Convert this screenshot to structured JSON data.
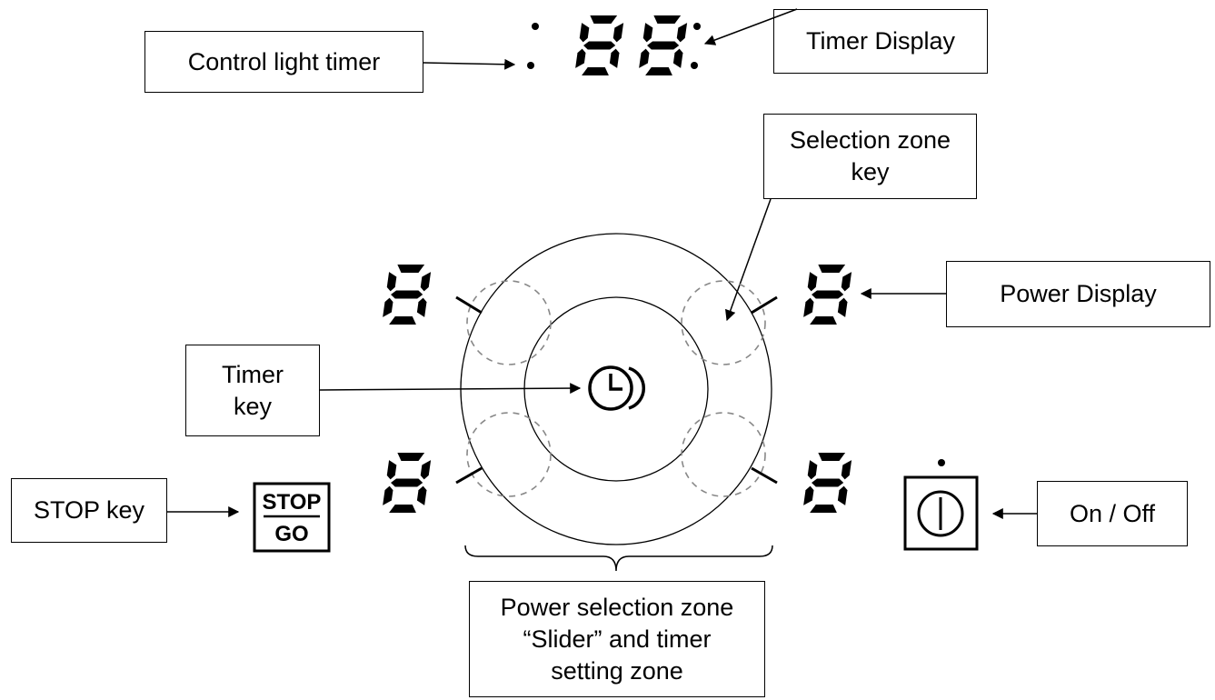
{
  "labels": {
    "control_light_timer": "Control light timer",
    "timer_display": "Timer Display",
    "selection_zone_key": "Selection zone\nkey",
    "power_display": "Power Display",
    "timer_key": "Timer\nkey",
    "stop_key": "STOP key",
    "on_off": "On / Off",
    "power_selection_zone": "Power selection zone\n“Slider” and timer\nsetting zone"
  },
  "keys": {
    "stop": "STOP",
    "go": "GO"
  },
  "displays": {
    "timer_digits": [
      "8",
      "8"
    ],
    "power_digit": "8"
  }
}
